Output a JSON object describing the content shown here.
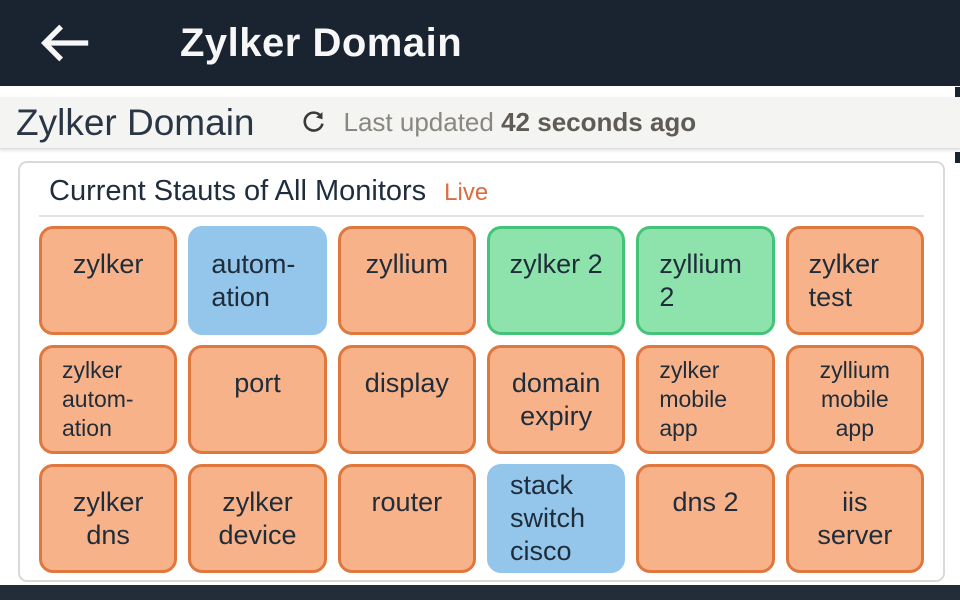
{
  "app_bar": {
    "title": "Zylker Domain",
    "back_icon": "arrow-left"
  },
  "toolbar": {
    "title": "Zylker Domain",
    "refresh_icon": "refresh-clockwise",
    "last_updated_label": "Last updated",
    "last_updated_value": "42 seconds ago"
  },
  "monitors_card": {
    "heading": "Current Stauts of All Monitors",
    "live_label": "Live",
    "tiles": [
      {
        "label": "zylker",
        "status_color": "orange"
      },
      {
        "label": "autom-\nation",
        "status_color": "blue"
      },
      {
        "label": "zyllium",
        "status_color": "orange"
      },
      {
        "label": "zylker 2",
        "status_color": "green"
      },
      {
        "label": "zyllium\n2",
        "status_color": "green"
      },
      {
        "label": "zylker\ntest",
        "status_color": "orange"
      },
      {
        "label": "zylker\nautom-\nation",
        "status_color": "orange"
      },
      {
        "label": "port",
        "status_color": "orange"
      },
      {
        "label": "display",
        "status_color": "orange"
      },
      {
        "label": "domain\nexpiry",
        "status_color": "orange"
      },
      {
        "label": "zylker\nmobile\napp",
        "status_color": "orange"
      },
      {
        "label": "zyllium\nmobile\napp",
        "status_color": "orange"
      },
      {
        "label": "zylker\ndns",
        "status_color": "orange"
      },
      {
        "label": "zylker\ndevice",
        "status_color": "orange"
      },
      {
        "label": "router",
        "status_color": "orange"
      },
      {
        "label": "stack\nswitch\ncisco",
        "status_color": "blue"
      },
      {
        "label": "dns 2",
        "status_color": "orange"
      },
      {
        "label": "iis\nserver",
        "status_color": "orange"
      }
    ]
  },
  "colors": {
    "app_bar_bg": "#1a2430",
    "subbar_bg": "#f4f4f3",
    "live_accent": "#dd6b42",
    "tile_orange_fill": "#f7b28a",
    "tile_orange_border": "#e0773c",
    "tile_blue_fill": "#93c6ea",
    "tile_green_fill": "#8ee3ad",
    "tile_green_border": "#44c478",
    "tile_text": "#1f2c3a",
    "bottom_strip_bg": "#232d3a"
  }
}
